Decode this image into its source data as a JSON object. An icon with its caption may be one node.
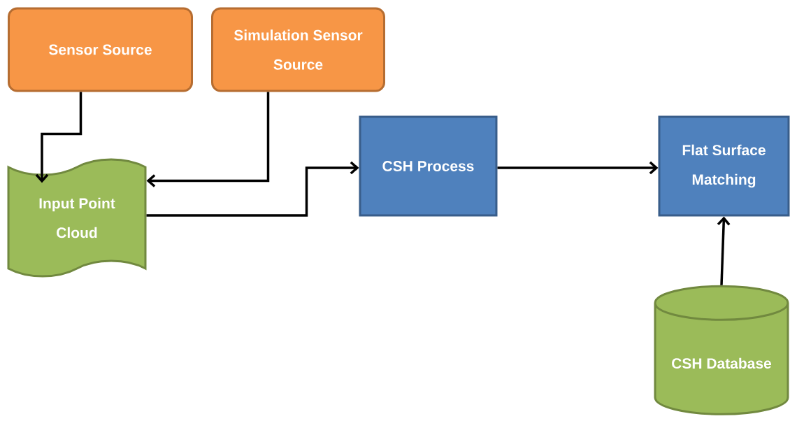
{
  "diagram": {
    "nodes": [
      {
        "text": [
          "Sensor Source"
        ]
      },
      {
        "text": [
          "Simulation Sensor Source"
        ]
      },
      {
        "text": [
          "Input Point Cloud"
        ]
      },
      {
        "text": [
          "CSH Process"
        ]
      },
      {
        "text": [
          "Flat Surface Matching"
        ]
      },
      {
        "text": [
          "CSH Database"
        ]
      }
    ],
    "edges": [
      {
        "from": 0,
        "to": 2,
        "arrow": "to"
      },
      {
        "from": 1,
        "to": 2,
        "arrow": "to"
      },
      {
        "from": 2,
        "to": 3,
        "arrow": "to"
      },
      {
        "from": 3,
        "to": 4,
        "arrow": "to"
      },
      {
        "from": 5,
        "to": 4,
        "arrow": "to"
      }
    ]
  }
}
